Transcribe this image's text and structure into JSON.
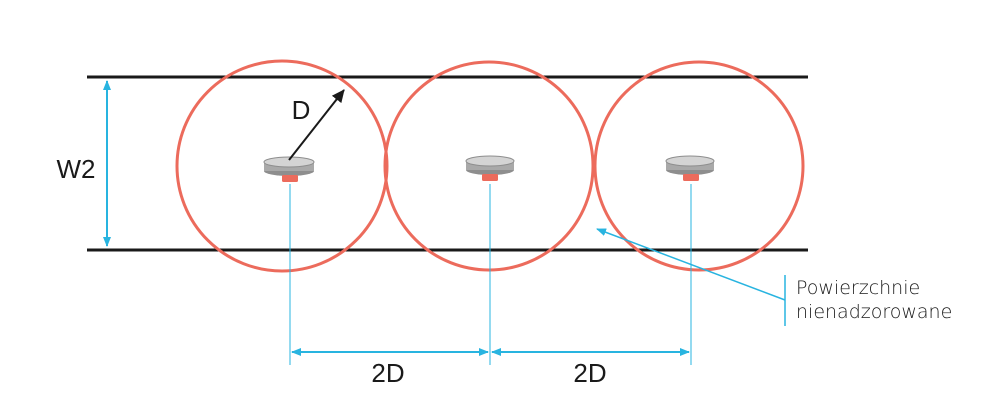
{
  "labels": {
    "width": "W2",
    "radius": "D",
    "spacing_left": "2D",
    "spacing_right": "2D",
    "note_line1": "Powierzchnie",
    "note_line2": "nienadzorowane"
  },
  "colors": {
    "corridor_line": "#1a1a1a",
    "coverage_circle": "#ec6b5c",
    "dimension": "#28b4e0",
    "detector_body": "#a9a9a9",
    "detector_led": "#ec6b5c",
    "text": "#1a1a1a"
  }
}
